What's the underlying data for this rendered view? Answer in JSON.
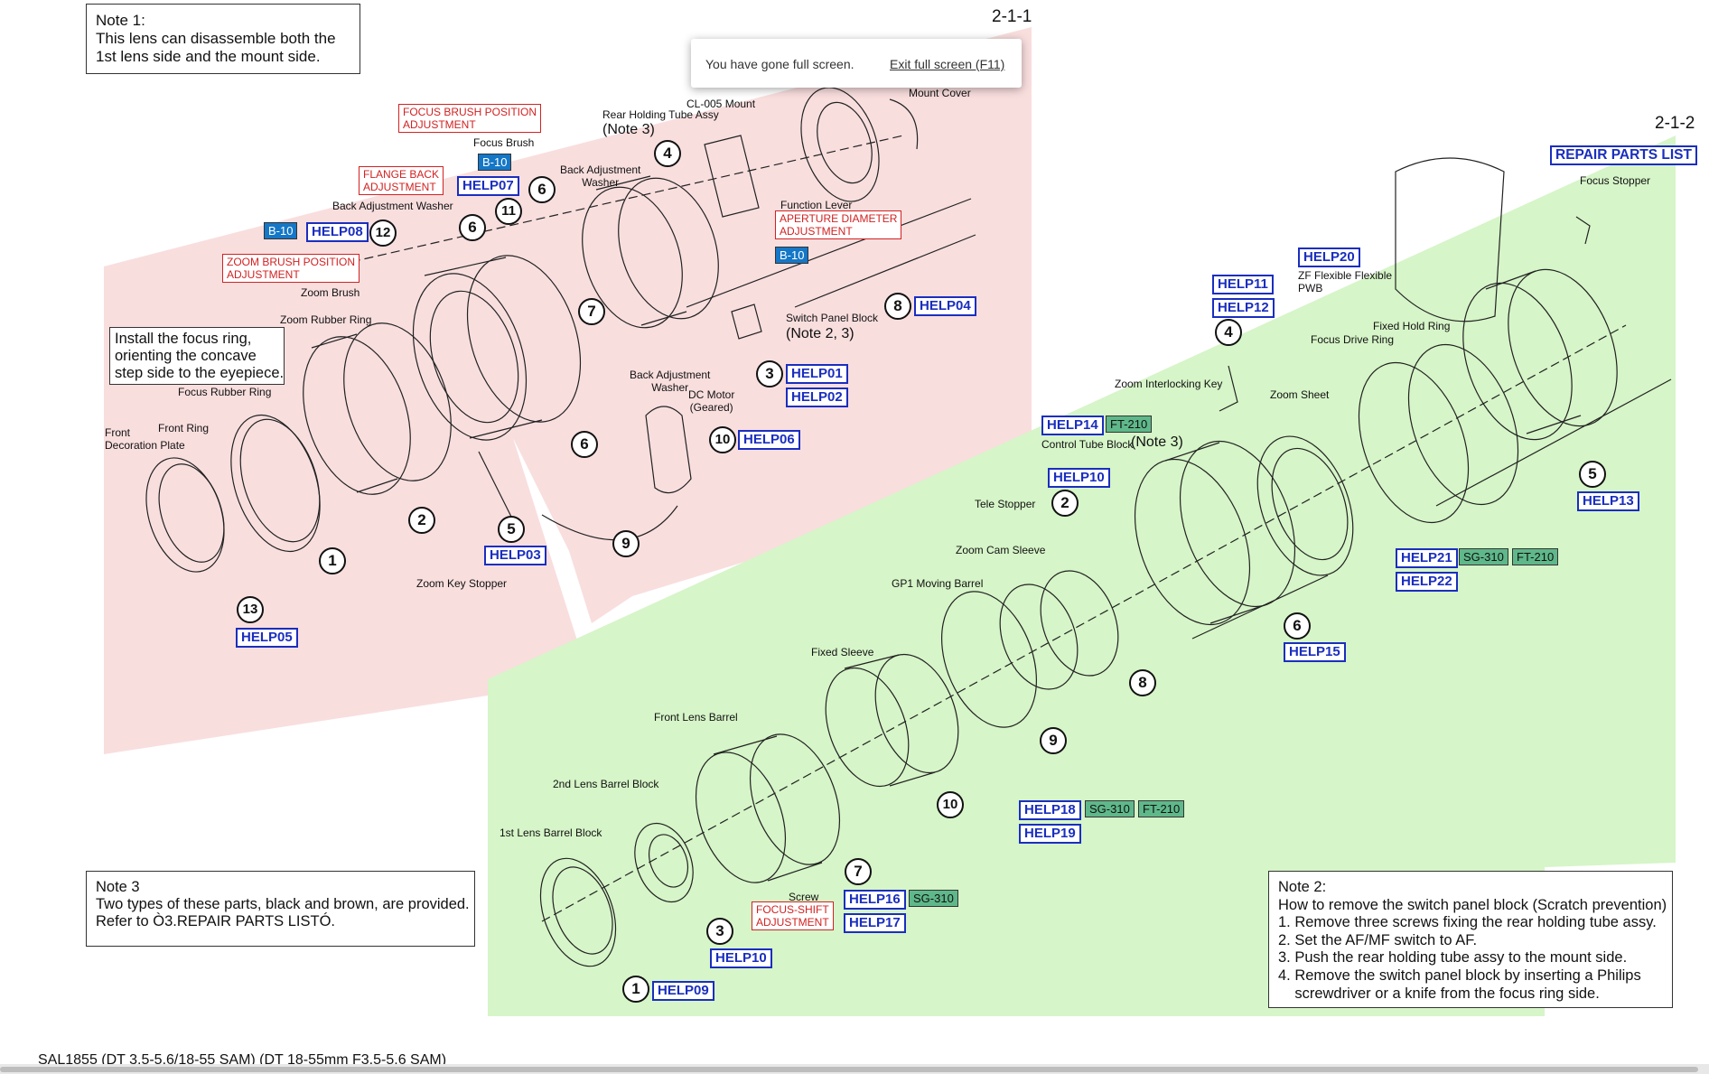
{
  "section_ids": {
    "left": "2-1-1",
    "right": "2-1-2"
  },
  "fullscreen_popup": {
    "message": "You have gone full screen.",
    "exit_link": "Exit full screen (F11)"
  },
  "notes": {
    "note1": [
      "Note 1:",
      "This lens can disassemble both the",
      "1st lens side and the mount side."
    ],
    "install": [
      "Install the focus ring,",
      "orienting the concave",
      "step side to the eyepiece."
    ],
    "note3": [
      "Note 3",
      "Two types of these parts, black and brown, are provided.",
      "Refer to Ò3.REPAIR PARTS LISTÓ."
    ],
    "note2": [
      "Note 2:",
      "How to remove the switch panel block (Scratch prevention)",
      "1. Remove three screws fixing the rear holding tube assy.",
      "2. Set the AF/MF switch to AF.",
      "3. Push the rear holding tube assy to the mount side.",
      "4. Remove the switch panel block by inserting a Philips",
      "    screwdriver or a knife from the focus ring side."
    ]
  },
  "repair_parts_list": "REPAIR PARTS LIST",
  "footer_model": "SAL1855 (DT 3.5-5.6/18-55 SAM) (DT 18-55mm F3.5-5.6 SAM)",
  "adjustments": {
    "focus_brush": [
      "FOCUS BRUSH POSITION",
      "ADJUSTMENT"
    ],
    "flange_back": [
      "FLANGE BACK",
      "ADJUSTMENT"
    ],
    "zoom_brush": [
      "ZOOM BRUSH POSITION",
      "ADJUSTMENT"
    ],
    "aperture": [
      "APERTURE DIAMETER",
      "ADJUSTMENT"
    ],
    "focus_shift": [
      "FOCUS-SHIFT",
      "ADJUSTMENT"
    ]
  },
  "tags": {
    "b10": "B-10",
    "sg310": "SG-310",
    "ft210": "FT-210"
  },
  "help": {
    "h01": "HELP01",
    "h02": "HELP02",
    "h03": "HELP03",
    "h04": "HELP04",
    "h05": "HELP05",
    "h06": "HELP06",
    "h07": "HELP07",
    "h08": "HELP08",
    "h09": "HELP09",
    "h10": "HELP10",
    "h11": "HELP11",
    "h12": "HELP12",
    "h13": "HELP13",
    "h14": "HELP14",
    "h15": "HELP15",
    "h16": "HELP16",
    "h17": "HELP17",
    "h18": "HELP18",
    "h19": "HELP19",
    "h20": "HELP20",
    "h21": "HELP21",
    "h22": "HELP22"
  },
  "left_labels": {
    "mount_cover": "Mount Cover",
    "cl005": "CL-005 Mount",
    "rear_holding": "Rear Holding Tube Assy",
    "note3_ref": "(Note 3)",
    "focus_brush": "Focus Brush",
    "back_adj_washer_a": [
      "Back Adjustment",
      "Washer"
    ],
    "back_adj_washer_b": "Back Adjustment Washer",
    "back_adj_washer_c": [
      "Back Adjustment",
      "Washer"
    ],
    "function_lever": "Function Lever",
    "zoom_brush": "Zoom Brush",
    "zoom_rubber_ring": "Zoom Rubber Ring",
    "focus_rubber_ring": "Focus Rubber Ring",
    "front_ring": "Front Ring",
    "front_decoration_plate": [
      "Front",
      "Decoration Plate"
    ],
    "switch_panel_block": "Switch Panel Block",
    "note23": "(Note 2, 3)",
    "dc_motor": [
      "DC Motor",
      "(Geared)"
    ],
    "zoom_key_stopper": "Zoom Key Stopper"
  },
  "right_labels": {
    "focus_stopper": "Focus Stopper",
    "zf_flex": [
      "ZF Flexible Flexible",
      "PWB"
    ],
    "fixed_hold_ring": "Fixed Hold Ring",
    "focus_drive_ring": "Focus Drive Ring",
    "zoom_interlocking_key": "Zoom Interlocking Key",
    "zoom_sheet": "Zoom Sheet",
    "control_tube_block": "Control Tube Block",
    "note3_ref": "(Note 3)",
    "tele_stopper": "Tele Stopper",
    "zoom_cam_sleeve": "Zoom Cam Sleeve",
    "gp1_moving_barrel": "GP1 Moving Barrel",
    "fixed_sleeve": "Fixed Sleeve",
    "front_lens_barrel": "Front Lens Barrel",
    "second_lens_barrel": "2nd Lens Barrel Block",
    "first_lens_barrel": "1st Lens Barrel Block",
    "screw": "Screw"
  },
  "numbers": {
    "n1": "1",
    "n2": "2",
    "n3": "3",
    "n4": "4",
    "n5": "5",
    "n6": "6",
    "n7": "7",
    "n8": "8",
    "n9": "9",
    "n10": "10",
    "n11": "11",
    "n12": "12",
    "n13": "13"
  }
}
